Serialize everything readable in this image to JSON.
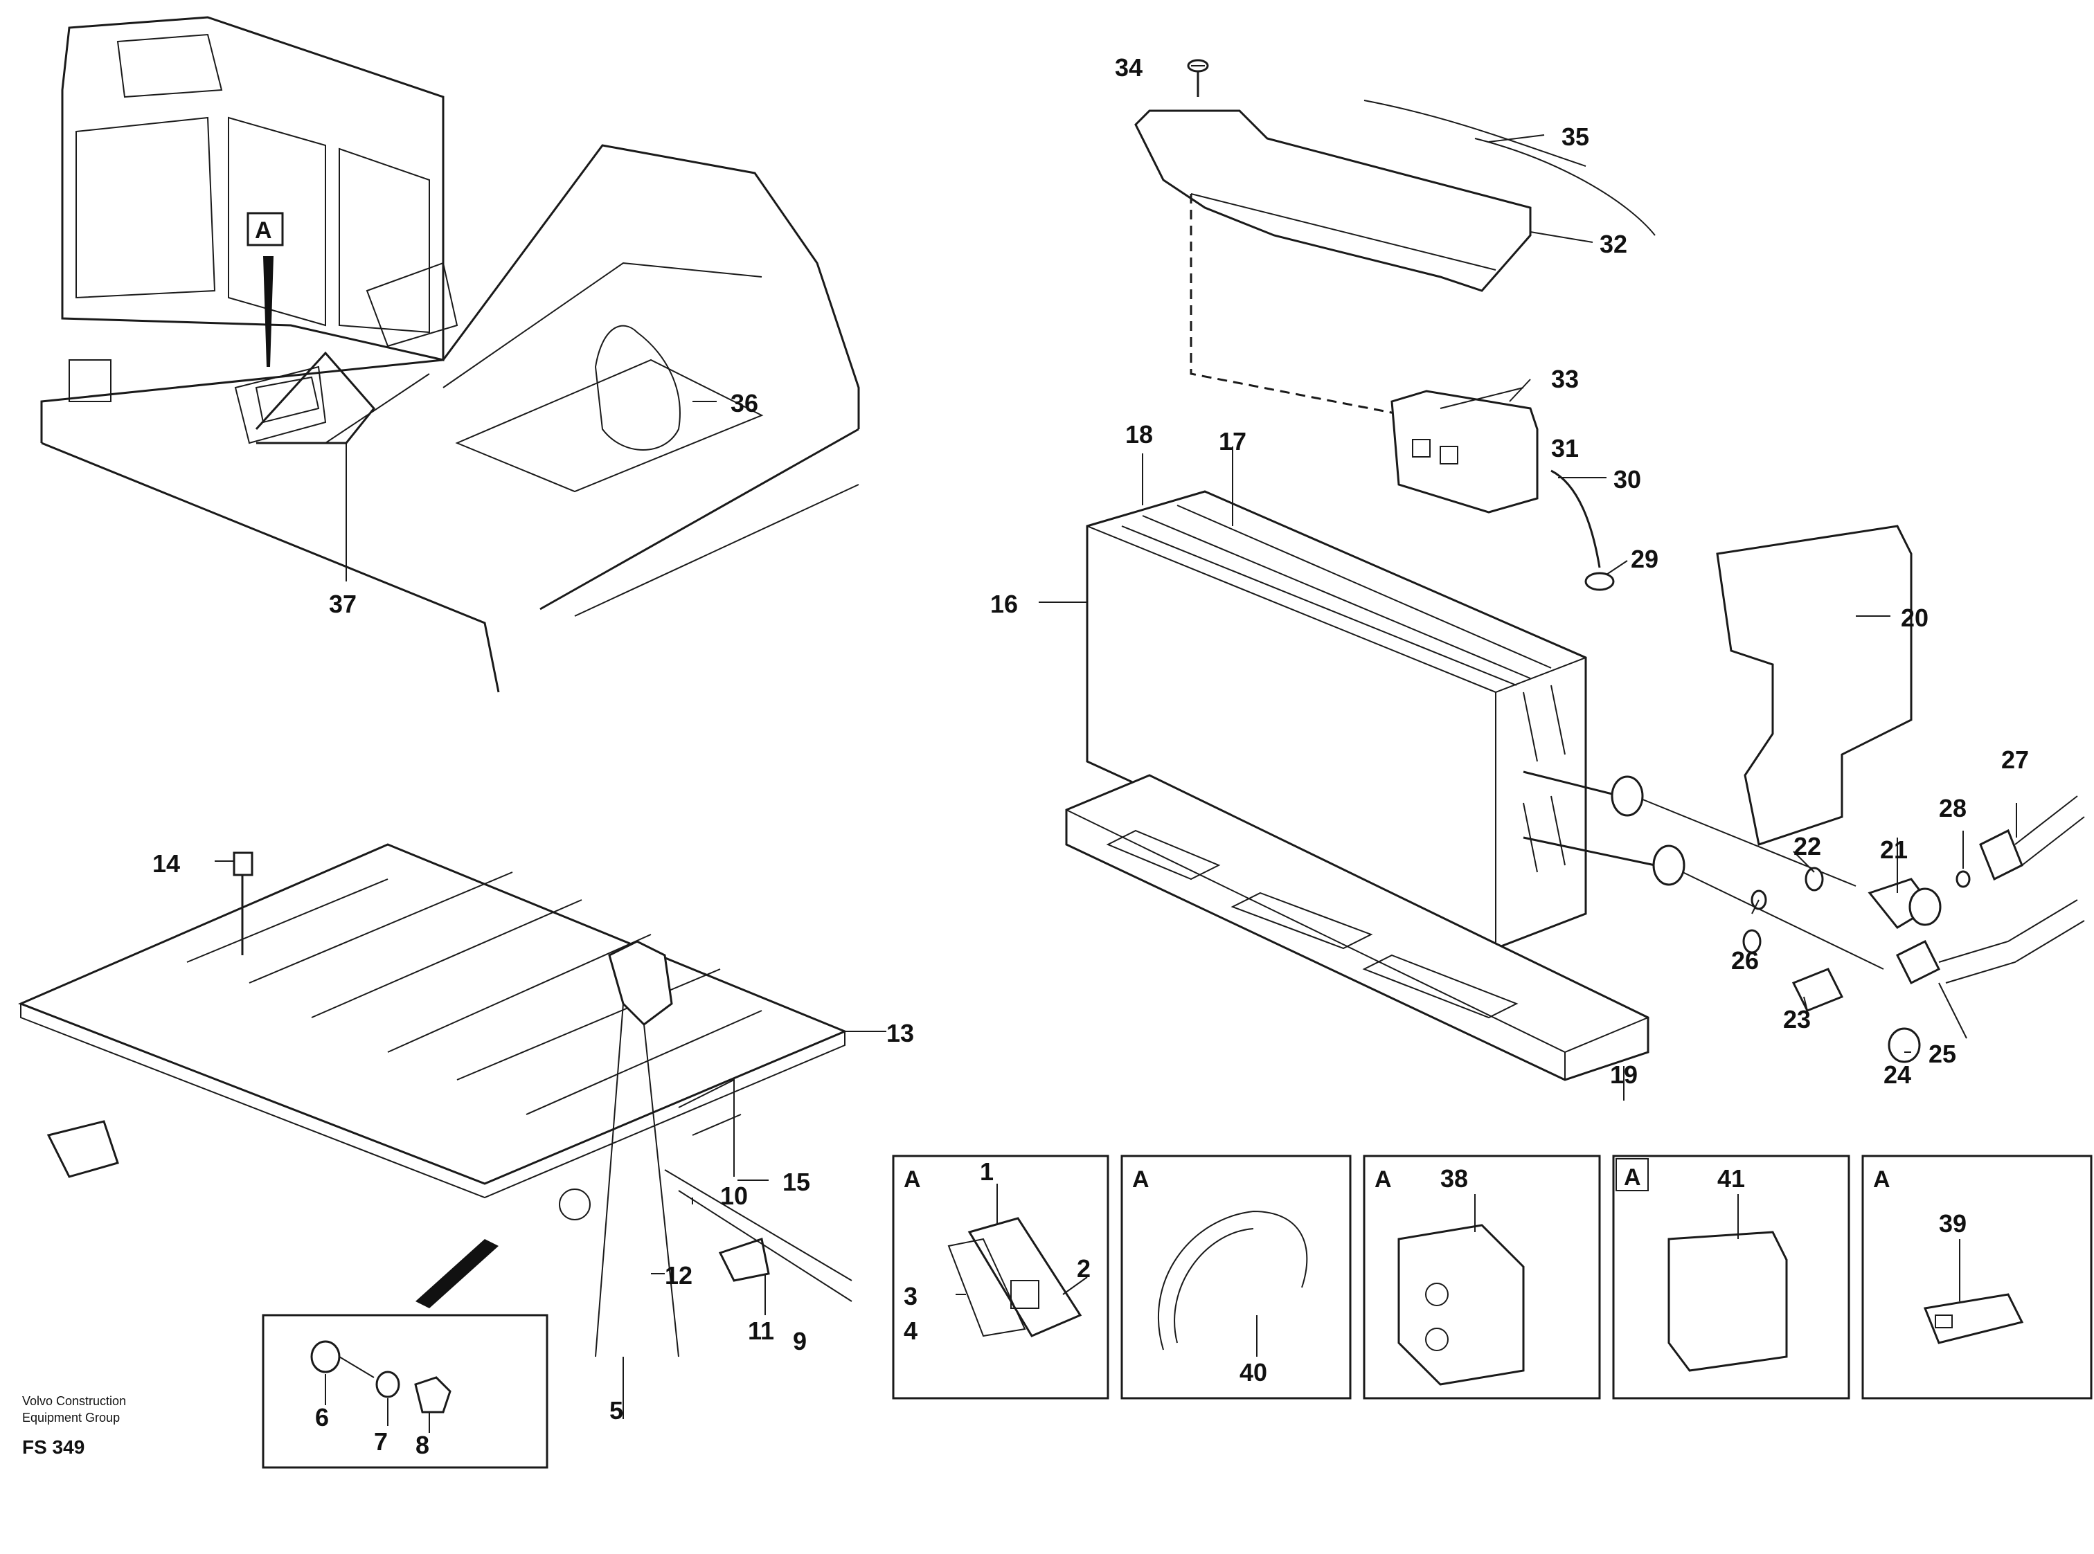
{
  "diagram": {
    "callouts": [
      {
        "id": "1",
        "text": "1"
      },
      {
        "id": "2",
        "text": "2"
      },
      {
        "id": "3",
        "text": "3"
      },
      {
        "id": "4",
        "text": "4"
      },
      {
        "id": "5",
        "text": "5"
      },
      {
        "id": "6",
        "text": "6"
      },
      {
        "id": "7",
        "text": "7"
      },
      {
        "id": "8",
        "text": "8"
      },
      {
        "id": "9",
        "text": "9"
      },
      {
        "id": "10",
        "text": "10"
      },
      {
        "id": "11",
        "text": "11"
      },
      {
        "id": "12",
        "text": "12"
      },
      {
        "id": "13",
        "text": "13"
      },
      {
        "id": "14",
        "text": "14"
      },
      {
        "id": "15",
        "text": "15"
      },
      {
        "id": "16",
        "text": "16"
      },
      {
        "id": "17",
        "text": "17"
      },
      {
        "id": "18",
        "text": "18"
      },
      {
        "id": "19",
        "text": "19"
      },
      {
        "id": "20",
        "text": "20"
      },
      {
        "id": "21",
        "text": "21"
      },
      {
        "id": "22",
        "text": "22"
      },
      {
        "id": "23",
        "text": "23"
      },
      {
        "id": "24",
        "text": "24"
      },
      {
        "id": "25",
        "text": "25"
      },
      {
        "id": "26",
        "text": "26"
      },
      {
        "id": "27",
        "text": "27"
      },
      {
        "id": "28",
        "text": "28"
      },
      {
        "id": "29",
        "text": "29"
      },
      {
        "id": "30",
        "text": "30"
      },
      {
        "id": "31",
        "text": "31"
      },
      {
        "id": "32",
        "text": "32"
      },
      {
        "id": "33",
        "text": "33"
      },
      {
        "id": "34",
        "text": "34"
      },
      {
        "id": "35",
        "text": "35"
      },
      {
        "id": "36",
        "text": "36"
      },
      {
        "id": "37",
        "text": "37"
      },
      {
        "id": "38",
        "text": "38"
      },
      {
        "id": "39",
        "text": "39"
      },
      {
        "id": "40",
        "text": "40"
      },
      {
        "id": "41",
        "text": "41"
      }
    ],
    "view_marker": "A",
    "detail_boxes": [
      {
        "label": "A"
      },
      {
        "label": "A"
      },
      {
        "label": "A"
      },
      {
        "label": "A"
      },
      {
        "label": "A"
      }
    ]
  },
  "footer": {
    "company_line1": "Volvo Construction",
    "company_line2": "Equipment Group",
    "figure_code": "FS 349"
  }
}
